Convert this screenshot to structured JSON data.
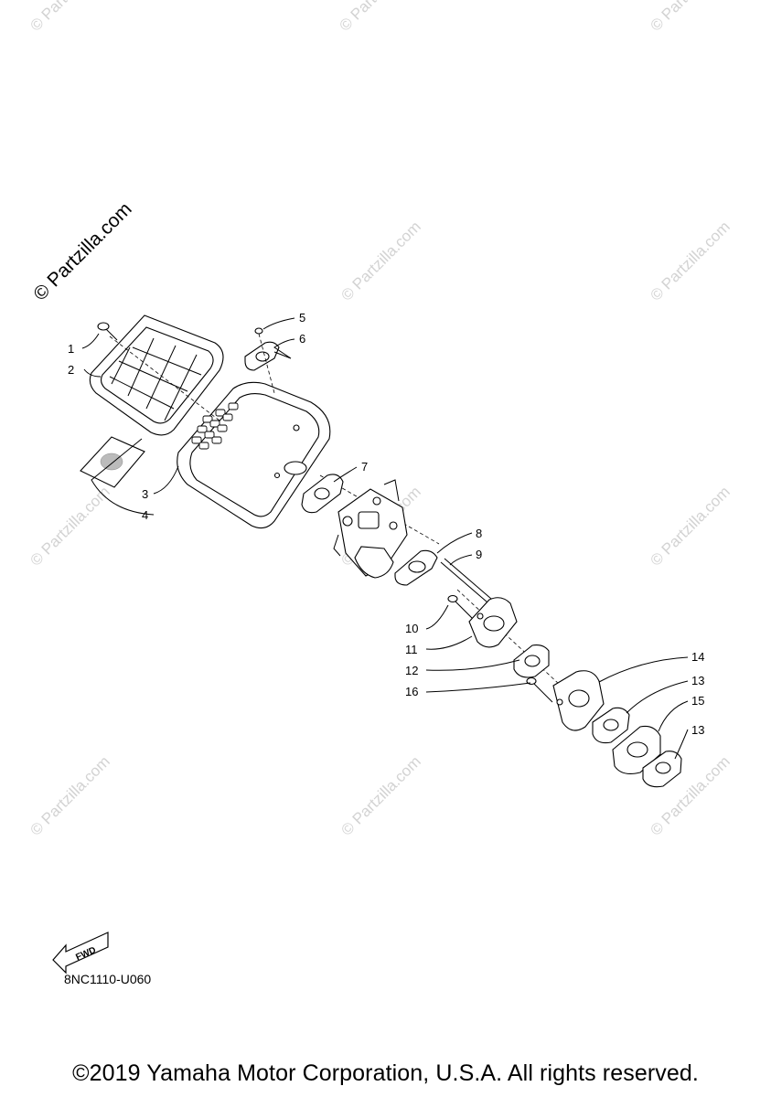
{
  "watermark": {
    "text": "© Partzilla.com"
  },
  "callouts": {
    "c1": "1",
    "c2": "2",
    "c3": "3",
    "c4": "4",
    "c5": "5",
    "c6": "6",
    "c7": "7",
    "c8": "8",
    "c9": "9",
    "c10": "10",
    "c11": "11",
    "c12": "12",
    "c13a": "13",
    "c13b": "13",
    "c14": "14",
    "c15": "15",
    "c16": "16"
  },
  "fwd_label": "FWD",
  "diagram_code": "8NC1110-U060",
  "copyright": "©2019 Yamaha Motor Corporation, U.S.A. All rights reserved."
}
